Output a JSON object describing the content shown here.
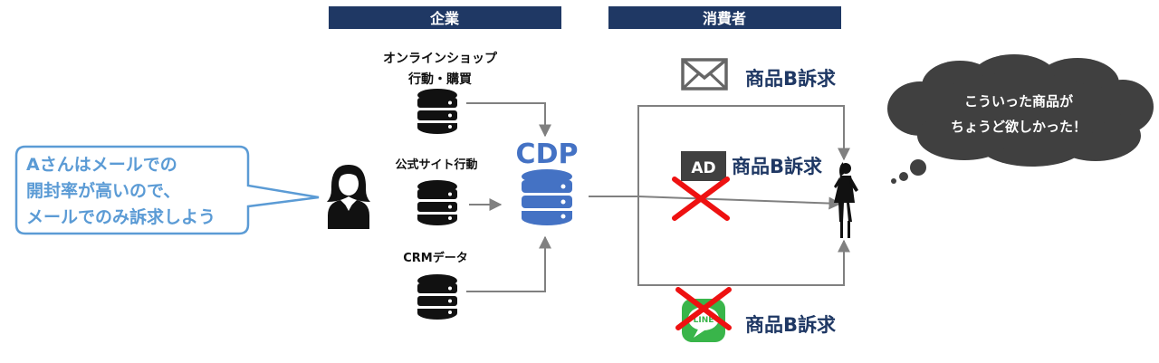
{
  "headers": {
    "company": "企業",
    "consumer": "消費者"
  },
  "sources": {
    "online_shop_line1": "オンラインショップ",
    "online_shop_line2": "行動・購買",
    "official_site": "公式サイト行動",
    "crm": "CRMデータ"
  },
  "cdp_label": "CDP",
  "channels": {
    "email": "商品B訴求",
    "ad": "商品B訴求",
    "ad_badge": "AD",
    "line": "商品B訴求",
    "line_badge": "LINE"
  },
  "operator_bubble": {
    "line1": "Aさんはメールでの",
    "line2": "開封率が高いので、",
    "line3": "メールでのみ訴求しよう"
  },
  "consumer_thought": {
    "line1": "こういった商品が",
    "line2": "ちょうど欲しかった！"
  },
  "colors": {
    "header_navy": "#1f3864",
    "cdp_blue": "#4472c4",
    "bubble_text_blue": "#5b9bd5",
    "cross_red": "#ee1111",
    "line_green": "#39b54a",
    "arrow_gray": "#808080",
    "dark": "#111111"
  },
  "icons": [
    "database-icon",
    "person-icon",
    "envelope-icon",
    "ad-icon",
    "line-icon",
    "woman-icon",
    "cross-icon"
  ]
}
